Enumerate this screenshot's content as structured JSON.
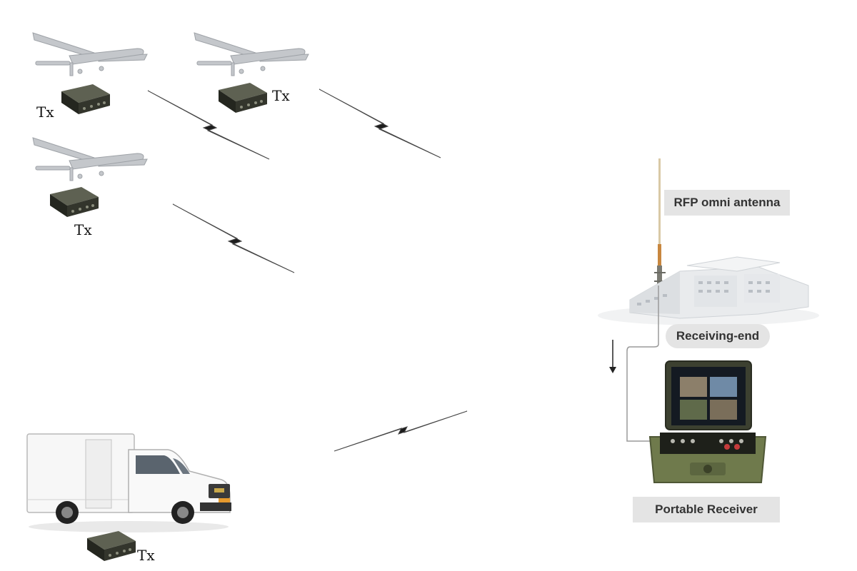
{
  "labels": {
    "tx": "Tx",
    "antenna": "RFP omni antenna",
    "receiving_end": "Receiving-end",
    "portable_receiver": "Portable Receiver"
  },
  "colors": {
    "drone": "#c4c7cb",
    "transmitter": "#24261f",
    "transmitter_edge": "#5e6152",
    "link_bolt": "#1c1c1c",
    "building": "#e9ebed",
    "receiver_case": "#6f7a4c",
    "label_bg": "#e4e4e4"
  },
  "icons": {
    "aircraft": "uav-drone-icon",
    "transmitter": "video-transmitter-icon",
    "vehicle": "box-truck-icon",
    "antenna": "omni-antenna-icon",
    "building": "command-building-icon",
    "receiver": "rugged-case-receiver-icon",
    "link": "wireless-link-bolt-icon",
    "arrow": "down-arrow-icon"
  }
}
